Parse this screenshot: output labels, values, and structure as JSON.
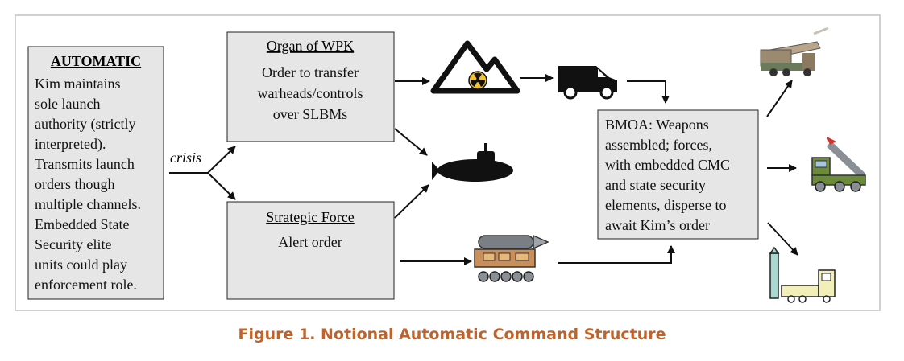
{
  "automatic": {
    "title": "AUTOMATIC",
    "lines": [
      "Kim maintains",
      "sole launch",
      "authority (strictly",
      "interpreted).",
      "Transmits launch",
      "orders though",
      "multiple channels.",
      "Embedded State",
      "Security elite",
      "units could play",
      "enforcement role."
    ]
  },
  "crisis_label": "crisis",
  "organ": {
    "title": "Organ of WPK",
    "lines": [
      "Order to transfer",
      "warheads/controls",
      "over SLBMs"
    ]
  },
  "strategic": {
    "title": "Strategic Force",
    "lines": [
      "Alert order"
    ]
  },
  "bmoa": {
    "lines": [
      "BMOA: Weapons",
      "assembled; forces,",
      "with embedded CMC",
      "and state security",
      "elements, disperse to",
      "await Kim’s order"
    ]
  },
  "icons": [
    "radiation-mountain-icon",
    "van-icon",
    "submarine-icon",
    "missile-transporter-icon",
    "rocket-launcher-truck-icon",
    "mobile-missile-launcher-icon",
    "silo-launcher-icon"
  ],
  "caption": "Figure 1. Notional Automatic Command Structure",
  "colors": {
    "box_fill": "#e6e6e6",
    "caption": "#c0622a",
    "frame": "#d0d0d0"
  }
}
